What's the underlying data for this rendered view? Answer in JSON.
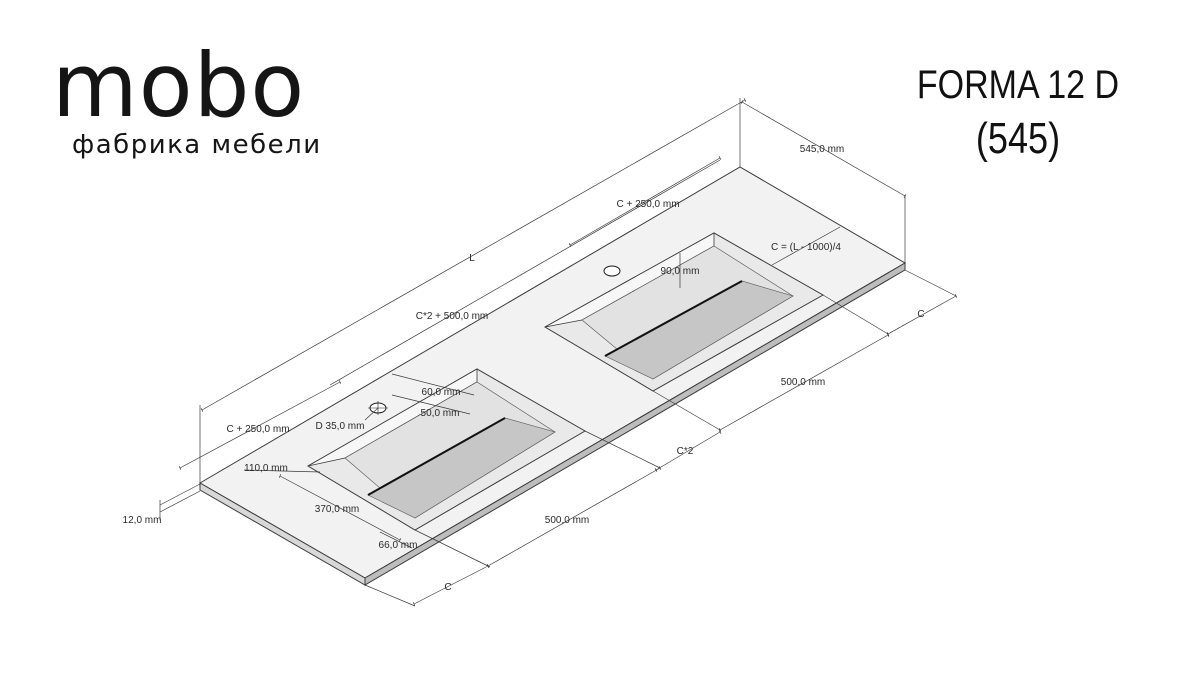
{
  "logo": {
    "wordmark": "mobo",
    "tagline": "фабрика мебели"
  },
  "product": {
    "name": "FORMA 12 D",
    "code": "(545)"
  },
  "dimensions": {
    "depth": "545,0 mm",
    "length": "L",
    "c_formula": "C = (L - 1000)/4",
    "c_plus_250_top": "C + 250,0 mm",
    "c2_plus_500": "C*2 + 500,0 mm",
    "c_plus_250_left": "C + 250,0 mm",
    "sink_depth_right": "90,0 mm",
    "offset_60": "60,0 mm",
    "offset_50": "50,0 mm",
    "hole_diameter": "D 35,0 mm",
    "sink_depth_left": "110,0 mm",
    "thickness": "12,0 mm",
    "bowl_width": "370,0 mm",
    "front_gap": "66,0 mm",
    "bowl_length_front": "500,0 mm",
    "bowl_length_right": "500,0 mm",
    "c_middle": "C*2",
    "c_right": "C",
    "c_front": "C"
  },
  "colors": {
    "line": "#3a3a3a",
    "surface": "#f2f2f2",
    "bowl_light": "#e8e8e8",
    "bowl_dark": "#c4c4c4",
    "edge": "#b8b8b8"
  }
}
